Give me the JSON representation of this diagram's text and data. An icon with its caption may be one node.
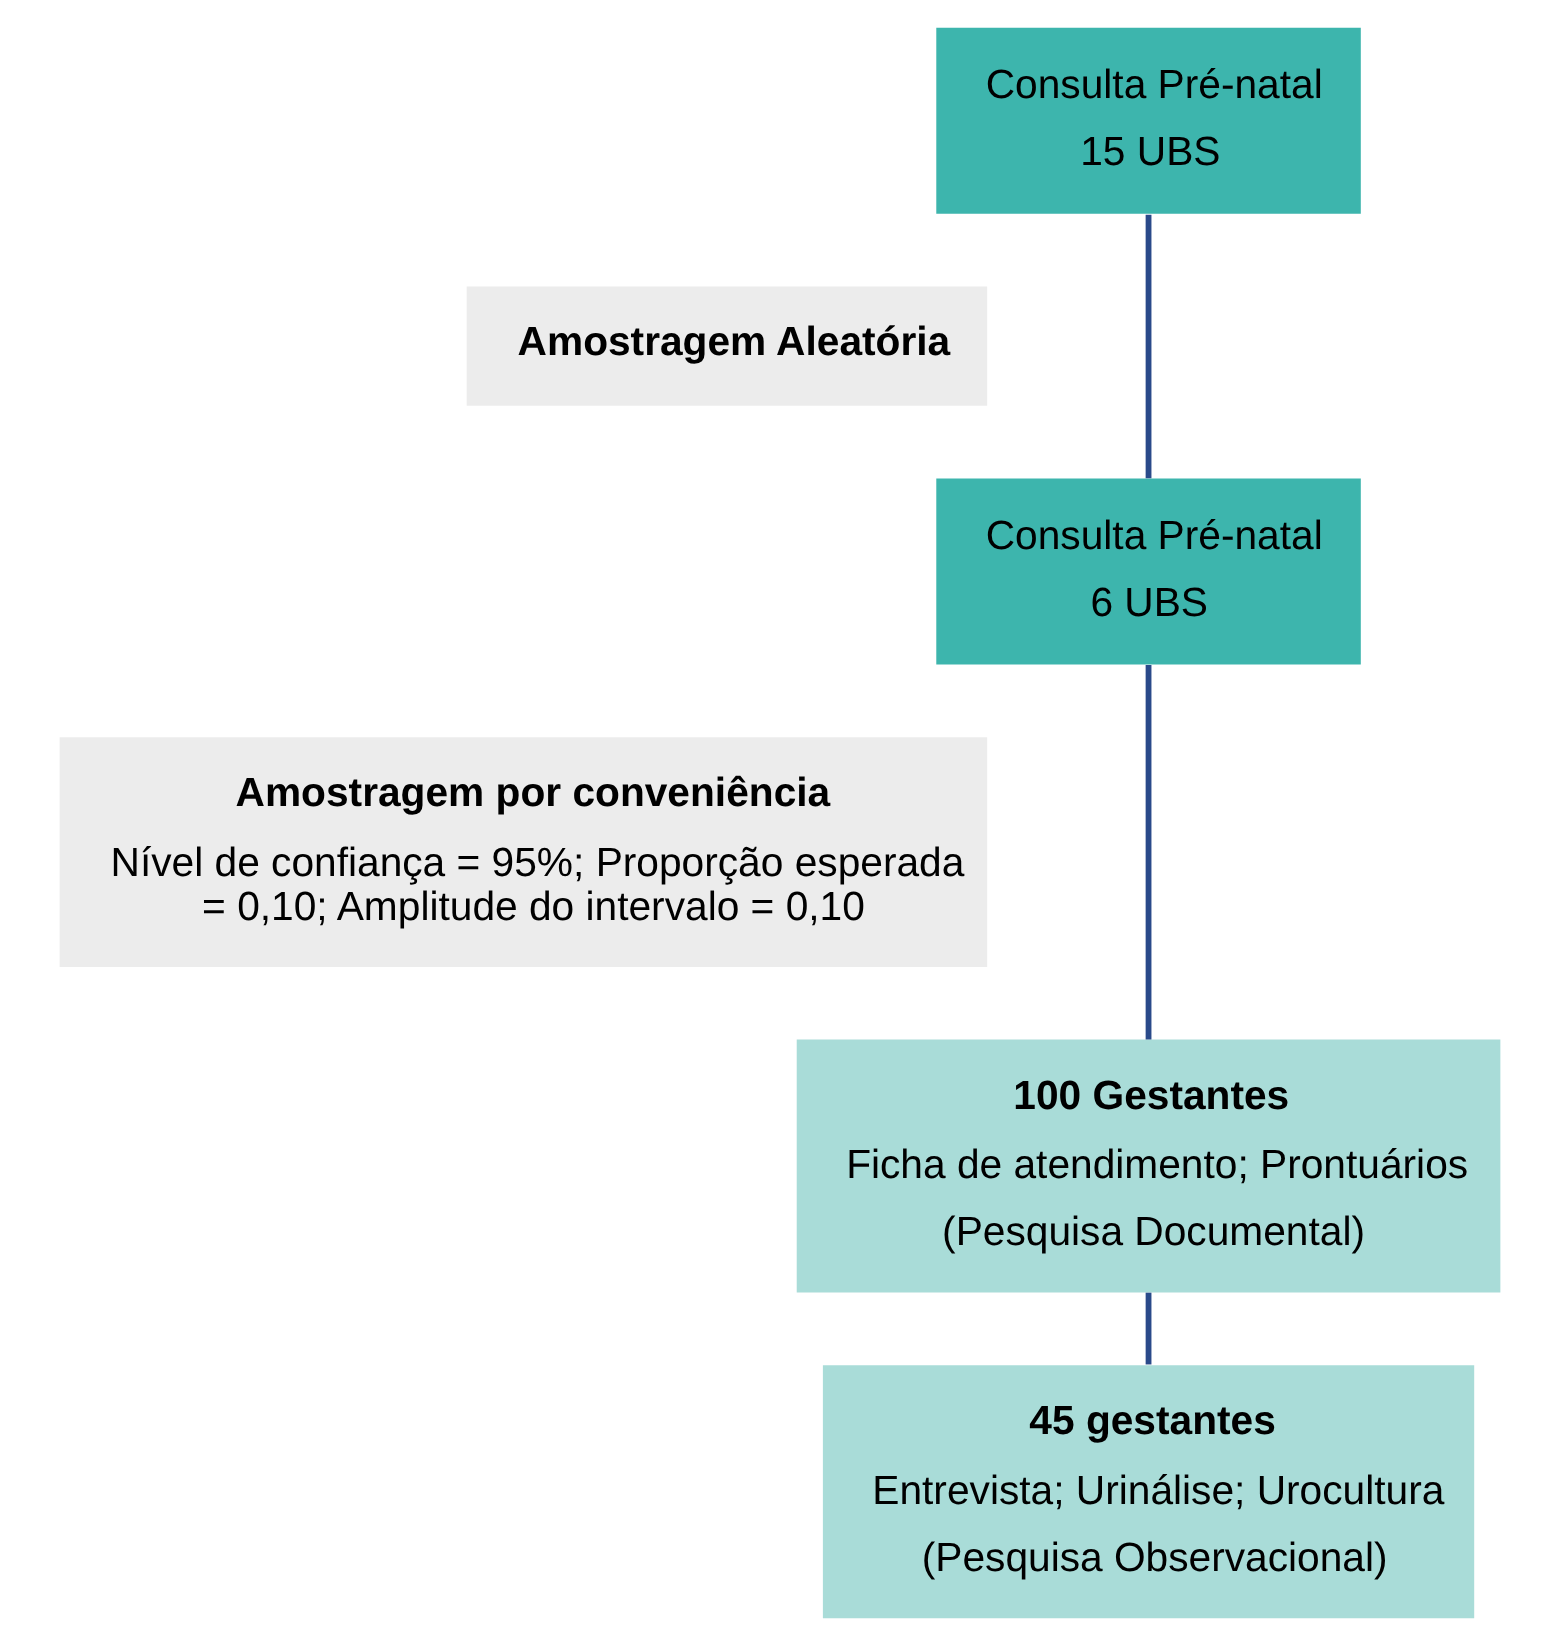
{
  "diagram": {
    "nodes": [
      {
        "text": [
          "Consulta Pré-natal",
          "15 UBS"
        ]
      },
      {
        "text": [
          "Amostragem Aleatória"
        ]
      },
      {
        "text": [
          "Consulta Pré-natal",
          "6 UBS"
        ]
      },
      {
        "text": [
          "Amostragem por conveniência",
          "Nível de confiança = 95%; Proporção esperada = 0,10; Amplitude do intervalo = 0,10"
        ]
      },
      {
        "text": [
          "100 Gestantes",
          "Ficha de atendimento; Prontuários",
          "(Pesquisa Documental)"
        ]
      },
      {
        "text": [
          "45 gestantes",
          "Entrevista; Urinálise; Urocultura",
          "(Pesquisa Observacional)"
        ]
      }
    ],
    "edges": [
      {
        "from": 0,
        "to": 2,
        "arrow": "none"
      },
      {
        "from": 2,
        "to": 4,
        "arrow": "none"
      },
      {
        "from": 4,
        "to": 5,
        "arrow": "none"
      }
    ]
  }
}
